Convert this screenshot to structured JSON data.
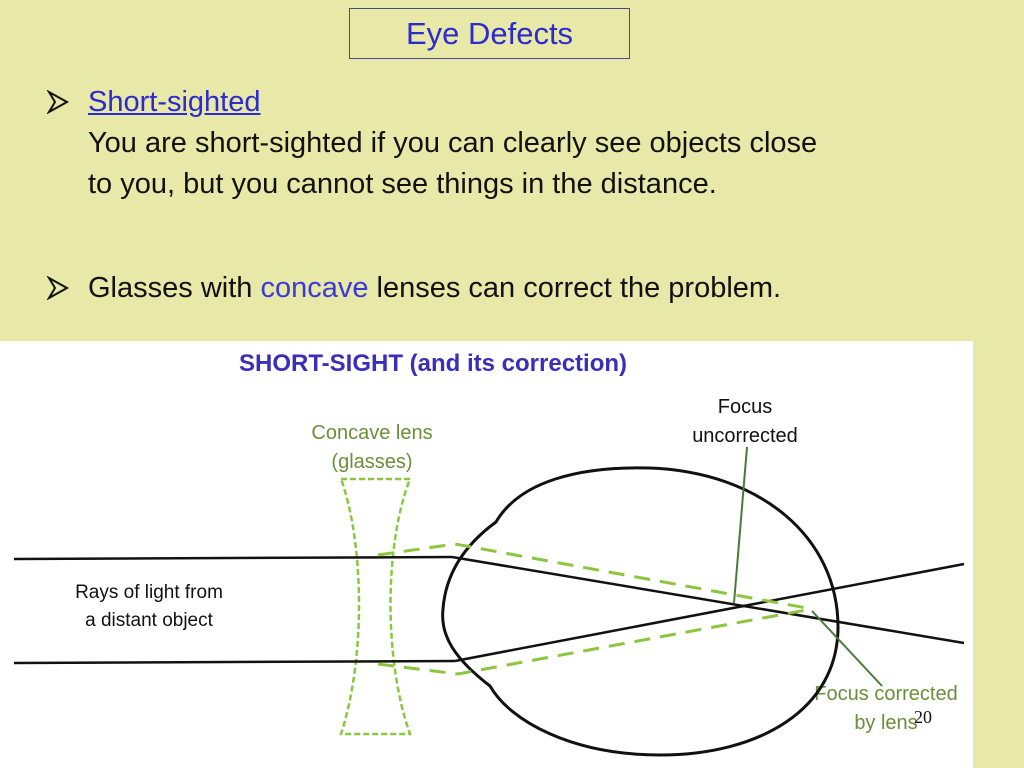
{
  "slide": {
    "title": "Eye Defects",
    "page_number": "20"
  },
  "bullets": [
    {
      "heading": "Short-sighted",
      "body_line_1": "You are short-sighted if you can clearly see objects close",
      "body_line_2": "to you, but you cannot see things in the distance."
    },
    {
      "text_before": "Glasses with ",
      "highlight": "concave",
      "text_after": " lenses can correct the problem."
    }
  ],
  "diagram": {
    "title": "SHORT-SIGHT (and its correction)",
    "lens_label_line1": "Concave lens",
    "lens_label_line2": "(glasses)",
    "focus_uncorrected_line1": "Focus",
    "focus_uncorrected_line2": "uncorrected",
    "rays_label_line1": "Rays of light from",
    "rays_label_line2": "a distant object",
    "focus_corrected_line1": "Focus corrected",
    "focus_corrected_line2": "by lens",
    "colors": {
      "title": "#3a2fb8",
      "green": "#8cc63f",
      "green_dark_text": "#6b8e3a",
      "leader_line": "#4a7a3a",
      "black": "#111111"
    }
  }
}
